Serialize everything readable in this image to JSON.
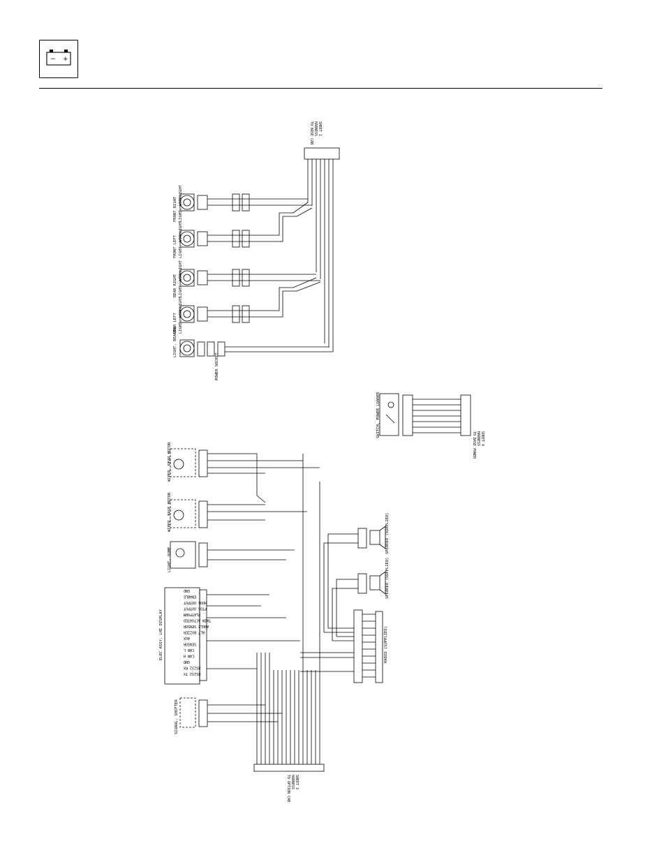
{
  "header": {
    "icon": "battery-icon",
    "icon_minus": "−",
    "icon_plus": "+"
  },
  "top_circuit": {
    "harness_ref": [
      "TO BASE CAB",
      "HARNESS",
      "SHEET 1"
    ],
    "components": [
      {
        "label": [
          "FRONT RIGHT",
          "LIGHT, WORKLIGHT"
        ]
      },
      {
        "label": [
          "FRONT LEFT",
          "LIGHT, WORKLIGHT"
        ]
      },
      {
        "label": [
          "REAR RIGHT",
          "LIGHT, WORKLIGHT"
        ]
      },
      {
        "label": [
          "REAR LEFT",
          "LIGHT, WORKLIGHT"
        ]
      },
      {
        "label": [
          "LIGHT, BEACON"
        ]
      },
      {
        "label": [
          "POWER SOCKET"
        ]
      }
    ]
  },
  "switch_circuit": {
    "component": "SWITCH, POWER LOADER",
    "harness_ref": [
      "TO BASE POWER",
      "HARNESS",
      "SHEET 4"
    ]
  },
  "bottom_circuit": {
    "harness_ref": [
      "TO OPTION CAB",
      "HARNESS",
      "SHEET 3"
    ],
    "components": [
      {
        "label": "WIPER, REAR MOTOR"
      },
      {
        "label": "WIPER, BASE MOTOR"
      },
      {
        "label": "LIGHT, DOME"
      },
      {
        "label": "ELEC ASSY, LHI DISPLAY"
      },
      {
        "label": "SPEAKER (SUPPLIED)"
      },
      {
        "label": "RADIO (SUPPLIED)"
      },
      {
        "label": "SIGNAL, SHIFTER"
      }
    ],
    "display_pins": [
      "RS232 TX",
      "RS232 RX",
      "GND",
      "CAN H",
      "CAN L",
      "SENSOR",
      "AUX",
      "ALT BUZZER",
      "ANGLE SENSOR",
      "TWIN ACTUATED",
      "PLATFORM",
      "PTOS OUTPUT",
      "HOOK OUTPUT",
      "ENABLE",
      "GND"
    ]
  }
}
